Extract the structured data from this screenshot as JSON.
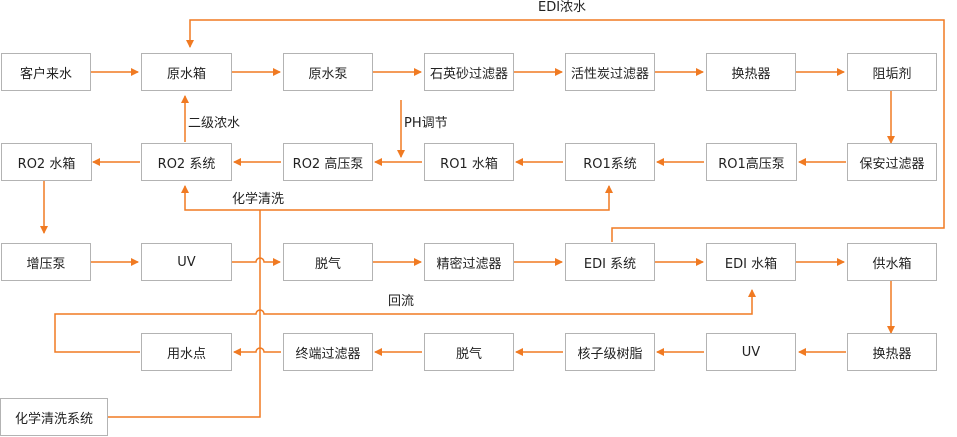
{
  "colors": {
    "arrow": "#f07a22",
    "box_border": "#b3b3b3",
    "text": "#222222"
  },
  "nodes": {
    "customer_water": "客户来水",
    "raw_tank": "原水箱",
    "raw_pump": "原水泵",
    "quartz_filter": "石英砂过滤器",
    "carbon_filter": "活性炭过滤器",
    "heat_exchanger_1": "换热器",
    "antiscalant": "阻垢剂",
    "security_filter": "保安过滤器",
    "ro1_hp_pump": "RO1高压泵",
    "ro1_system": "RO1系统",
    "ro1_tank": "RO1 水箱",
    "ro2_hp_pump": "RO2 高压泵",
    "ro2_system": "RO2 系统",
    "ro2_tank": "RO2 水箱",
    "booster_pump": "增压泵",
    "uv_1": "UV",
    "degas_1": "脱气",
    "precision_filter": "精密过滤器",
    "edi_system": "EDI 系统",
    "edi_tank": "EDI 水箱",
    "supply_tank": "供水箱",
    "heat_exchanger_2": "换热器",
    "uv_2": "UV",
    "mixed_bed_resin": "核子级树脂",
    "degas_2": "脱气",
    "terminal_filter": "终端过滤器",
    "point_of_use": "用水点",
    "cip_system": "化学清洗系统"
  },
  "labels": {
    "edi_concentrate": "EDI浓水",
    "second_stage_concentrate": "二级浓水",
    "ph_adjust": "PH调节",
    "chemical_cleaning": "化学清洗",
    "recirculation": "回流"
  }
}
